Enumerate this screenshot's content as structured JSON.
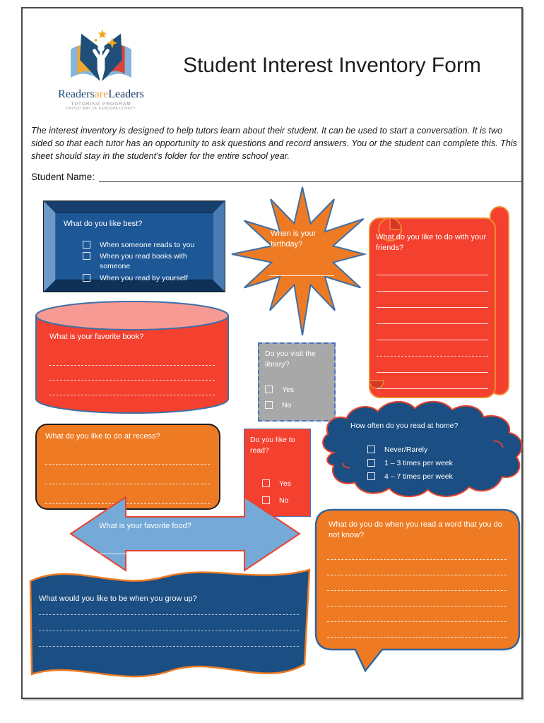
{
  "page": {
    "title": "Student Interest Inventory Form",
    "intro": "The interest inventory is designed to help tutors learn about their student.  It can be used to start a conversation.  It is two sided so that each tutor has an opportunity to ask questions and record answers.  You or the student can complete this.  This sheet should stay in the student's folder for the entire school year.",
    "student_name_label": "Student Name:"
  },
  "logo": {
    "brand_readers": "Readers",
    "brand_are": "are",
    "brand_leaders": "Leaders",
    "subtitle": "TUTORING PROGRAM",
    "subtitle2": "UNITED WAY OF KENOSHA COUNTY"
  },
  "shapes": {
    "like_best": {
      "question": "What do you like best?",
      "options": [
        "When someone reads to you",
        "When you read books with someone",
        "When you read by yourself"
      ]
    },
    "birthday": {
      "question": "When is your birthday?"
    },
    "friends": {
      "question": "What do you like to do with your friends?"
    },
    "favorite_book": {
      "question": "What is your favorite book?"
    },
    "library": {
      "question": "Do you visit the library?",
      "options": [
        "Yes",
        "No"
      ]
    },
    "recess": {
      "question": "What do you like to do at recess?"
    },
    "like_read": {
      "question": "Do you like to read?",
      "options": [
        "Yes",
        "No"
      ]
    },
    "read_home": {
      "question": "How often do you read at home?",
      "options": [
        "Never/Rarely",
        "1 – 3 times per week",
        "4 – 7 times per week"
      ]
    },
    "favorite_food": {
      "question": "What is your favorite food?"
    },
    "unknown_word": {
      "question": "What do you do when you read a word that you do not know?"
    },
    "grow_up": {
      "question": "What would you like to be when you grow up?"
    }
  },
  "colors": {
    "navy": "#1B4E82",
    "bevel_panel": "#1D5796",
    "orange": "#EE7B23",
    "red": "#F4402F",
    "pink_top": "#F79A93",
    "light_blue": "#74A9D8",
    "gray_box": "#A8A8A8",
    "border_blue": "#3E6FA6",
    "border_red": "#E8432E",
    "dashed_blue": "#4472C4"
  }
}
